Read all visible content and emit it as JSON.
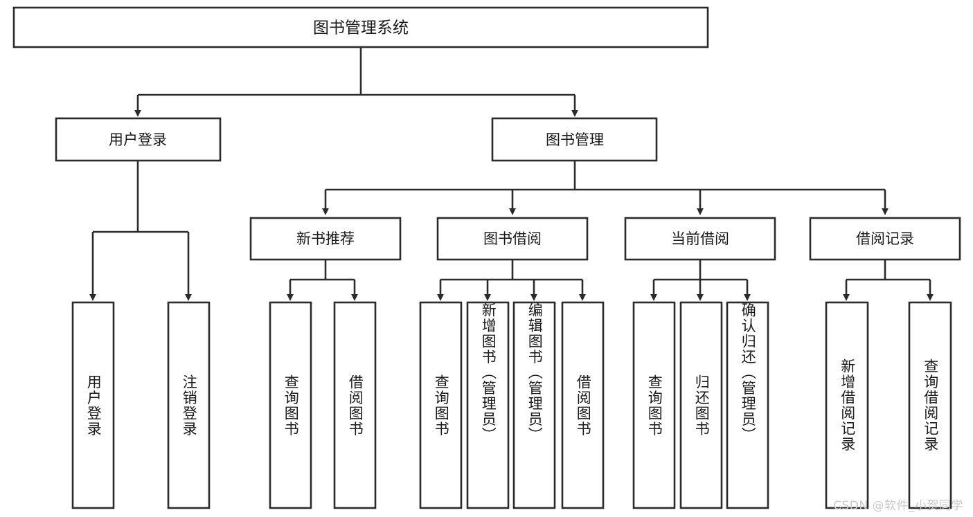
{
  "diagram": {
    "title": "图书管理系统",
    "type": "tree",
    "orientation": "top-down",
    "colors": {
      "box_stroke": "#2b2b2b",
      "box_fill": "#ffffff",
      "text": "#1a1a1a",
      "connector": "#2b2b2b",
      "background": "#ffffff",
      "watermark": "#c9c9c9"
    },
    "root": {
      "id": "root",
      "label": "图书管理系统"
    },
    "level1": [
      {
        "id": "user-login",
        "label": "用户登录"
      },
      {
        "id": "book-manage",
        "label": "图书管理"
      }
    ],
    "level2": [
      {
        "id": "new-book-recommend",
        "label": "新书推荐",
        "parent": "book-manage"
      },
      {
        "id": "book-borrow",
        "label": "图书借阅",
        "parent": "book-manage"
      },
      {
        "id": "current-borrow",
        "label": "当前借阅",
        "parent": "book-manage"
      },
      {
        "id": "borrow-record",
        "label": "借阅记录",
        "parent": "book-manage"
      }
    ],
    "leaves": [
      {
        "id": "leaf-user-login",
        "label": "用户登录",
        "parent": "user-login"
      },
      {
        "id": "leaf-logout",
        "label": "注销登录",
        "parent": "user-login"
      },
      {
        "id": "leaf-query-book-1",
        "label": "查询图书",
        "parent": "new-book-recommend"
      },
      {
        "id": "leaf-borrow-book-1",
        "label": "借阅图书",
        "parent": "new-book-recommend"
      },
      {
        "id": "leaf-query-book-2",
        "label": "查询图书",
        "parent": "book-borrow"
      },
      {
        "id": "leaf-add-book",
        "label": "新增图书（管理员）",
        "parent": "book-borrow"
      },
      {
        "id": "leaf-edit-book",
        "label": "编辑图书（管理员）",
        "parent": "book-borrow"
      },
      {
        "id": "leaf-borrow-book-2",
        "label": "借阅图书",
        "parent": "book-borrow"
      },
      {
        "id": "leaf-query-book-3",
        "label": "查询图书",
        "parent": "current-borrow"
      },
      {
        "id": "leaf-return-book",
        "label": "归还图书",
        "parent": "current-borrow"
      },
      {
        "id": "leaf-confirm-return",
        "label": "确认归还（管理员）",
        "parent": "current-borrow"
      },
      {
        "id": "leaf-add-record",
        "label": "新增借阅记录",
        "parent": "borrow-record"
      },
      {
        "id": "leaf-query-record",
        "label": "查询借阅记录",
        "parent": "borrow-record"
      }
    ]
  },
  "watermark": {
    "text": "CSDN @软件_小贺同学"
  }
}
